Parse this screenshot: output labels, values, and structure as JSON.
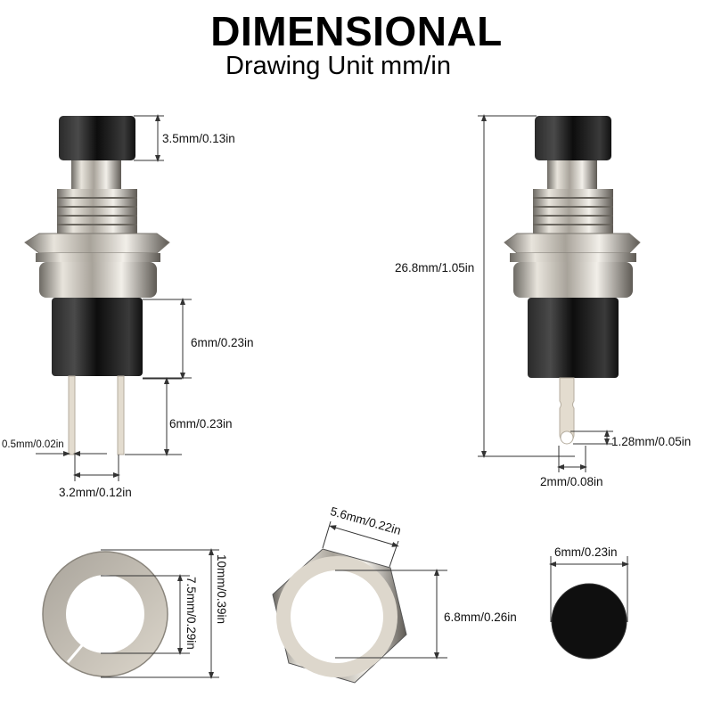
{
  "header": {
    "title": "DIMENSIONAL",
    "subtitle": "Drawing Unit mm/in"
  },
  "front_view": {
    "cap_height": "3.5mm/0.13in",
    "body_height": "6mm/0.23in",
    "pin_length": "6mm/0.23in",
    "pin_thickness": "0.5mm/0.02in",
    "pin_spacing": "3.2mm/0.12in"
  },
  "side_view": {
    "total_height": "26.8mm/1.05in",
    "hole_diameter": "1.28mm/0.05in",
    "terminal_width": "2mm/0.08in"
  },
  "washer": {
    "inner_diameter": "7.5mm/0.29in",
    "outer_diameter": "10mm/0.39in"
  },
  "hex_nut": {
    "side_length": "5.6mm/0.22in",
    "inner_diameter": "6.8mm/0.26in"
  },
  "button_cap": {
    "diameter": "6mm/0.23in"
  },
  "colors": {
    "cap_black": "#111111",
    "metal": "#c9c3b8",
    "terminal": "#e3dccf",
    "dimension_line": "#333333"
  }
}
